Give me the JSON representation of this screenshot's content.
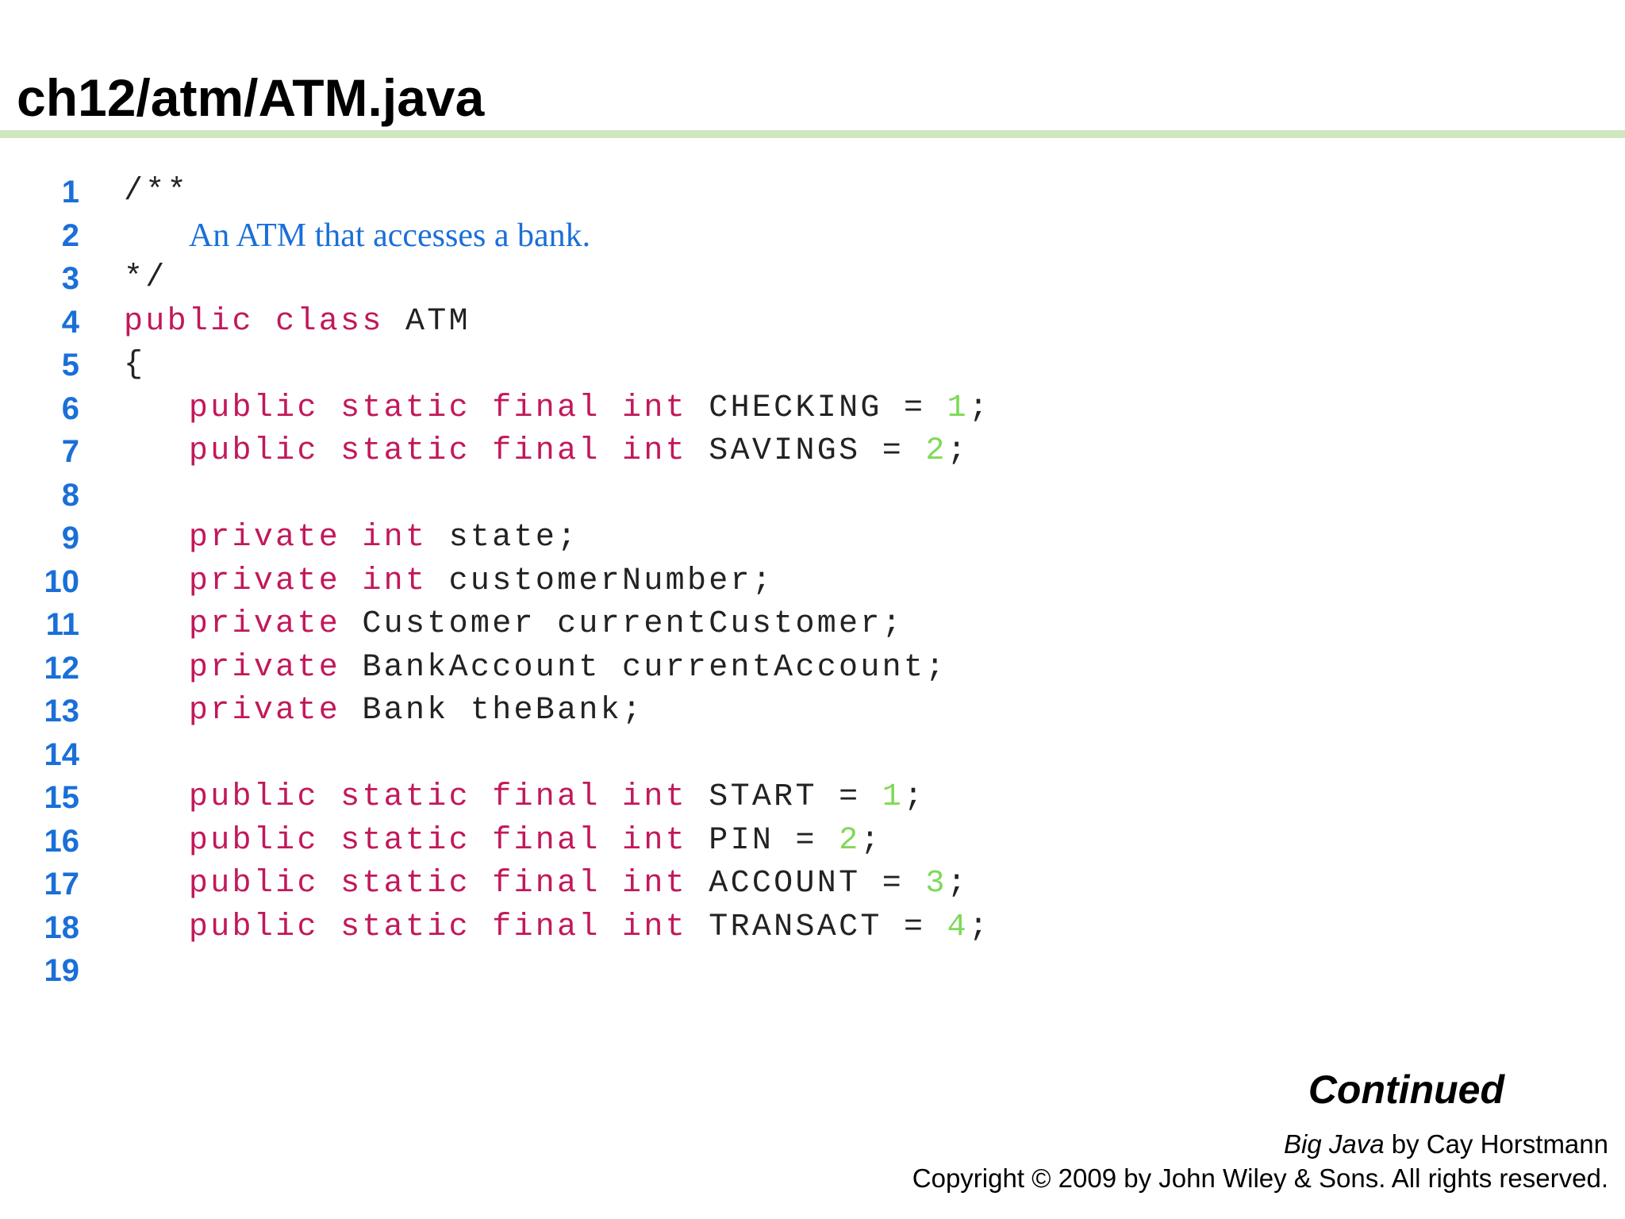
{
  "slide": {
    "title": "ch12/atm/ATM.java"
  },
  "code_lines": [
    {
      "n": "1",
      "tokens": [
        [
          "cm",
          "/**"
        ]
      ]
    },
    {
      "n": "2",
      "tokens": [
        [
          "cm",
          "   "
        ],
        [
          "cmtext",
          "An ATM that accesses a bank."
        ]
      ]
    },
    {
      "n": "3",
      "tokens": [
        [
          "cm",
          "*/"
        ]
      ]
    },
    {
      "n": "4",
      "tokens": [
        [
          "kw",
          "public"
        ],
        [
          "tx",
          " "
        ],
        [
          "kw",
          "class"
        ],
        [
          "tx",
          " ATM"
        ]
      ]
    },
    {
      "n": "5",
      "tokens": [
        [
          "tx",
          "{"
        ]
      ]
    },
    {
      "n": "6",
      "tokens": [
        [
          "tx",
          "   "
        ],
        [
          "kw",
          "public"
        ],
        [
          "tx",
          " "
        ],
        [
          "kw",
          "static"
        ],
        [
          "tx",
          " "
        ],
        [
          "kw",
          "final"
        ],
        [
          "tx",
          " "
        ],
        [
          "kw",
          "int"
        ],
        [
          "tx",
          " CHECKING = "
        ],
        [
          "num",
          "1"
        ],
        [
          "tx",
          ";"
        ]
      ]
    },
    {
      "n": "7",
      "tokens": [
        [
          "tx",
          "   "
        ],
        [
          "kw",
          "public"
        ],
        [
          "tx",
          " "
        ],
        [
          "kw",
          "static"
        ],
        [
          "tx",
          " "
        ],
        [
          "kw",
          "final"
        ],
        [
          "tx",
          " "
        ],
        [
          "kw",
          "int"
        ],
        [
          "tx",
          " SAVINGS = "
        ],
        [
          "num",
          "2"
        ],
        [
          "tx",
          ";"
        ]
      ]
    },
    {
      "n": "8",
      "tokens": []
    },
    {
      "n": "9",
      "tokens": [
        [
          "tx",
          "   "
        ],
        [
          "kw",
          "private"
        ],
        [
          "tx",
          " "
        ],
        [
          "kw",
          "int"
        ],
        [
          "tx",
          " state;"
        ]
      ]
    },
    {
      "n": "10",
      "tokens": [
        [
          "tx",
          "   "
        ],
        [
          "kw",
          "private"
        ],
        [
          "tx",
          " "
        ],
        [
          "kw",
          "int"
        ],
        [
          "tx",
          " customerNumber;"
        ]
      ]
    },
    {
      "n": "11",
      "tokens": [
        [
          "tx",
          "   "
        ],
        [
          "kw",
          "private"
        ],
        [
          "tx",
          " Customer currentCustomer;"
        ]
      ]
    },
    {
      "n": "12",
      "tokens": [
        [
          "tx",
          "   "
        ],
        [
          "kw",
          "private"
        ],
        [
          "tx",
          " BankAccount currentAccount;"
        ]
      ]
    },
    {
      "n": "13",
      "tokens": [
        [
          "tx",
          "   "
        ],
        [
          "kw",
          "private"
        ],
        [
          "tx",
          " Bank theBank;"
        ]
      ]
    },
    {
      "n": "14",
      "tokens": []
    },
    {
      "n": "15",
      "tokens": [
        [
          "tx",
          "   "
        ],
        [
          "kw",
          "public"
        ],
        [
          "tx",
          " "
        ],
        [
          "kw",
          "static"
        ],
        [
          "tx",
          " "
        ],
        [
          "kw",
          "final"
        ],
        [
          "tx",
          " "
        ],
        [
          "kw",
          "int"
        ],
        [
          "tx",
          " START = "
        ],
        [
          "num",
          "1"
        ],
        [
          "tx",
          ";"
        ]
      ]
    },
    {
      "n": "16",
      "tokens": [
        [
          "tx",
          "   "
        ],
        [
          "kw",
          "public"
        ],
        [
          "tx",
          " "
        ],
        [
          "kw",
          "static"
        ],
        [
          "tx",
          " "
        ],
        [
          "kw",
          "final"
        ],
        [
          "tx",
          " "
        ],
        [
          "kw",
          "int"
        ],
        [
          "tx",
          " PIN = "
        ],
        [
          "num",
          "2"
        ],
        [
          "tx",
          ";"
        ]
      ]
    },
    {
      "n": "17",
      "tokens": [
        [
          "tx",
          "   "
        ],
        [
          "kw",
          "public"
        ],
        [
          "tx",
          " "
        ],
        [
          "kw",
          "static"
        ],
        [
          "tx",
          " "
        ],
        [
          "kw",
          "final"
        ],
        [
          "tx",
          " "
        ],
        [
          "kw",
          "int"
        ],
        [
          "tx",
          " ACCOUNT = "
        ],
        [
          "num",
          "3"
        ],
        [
          "tx",
          ";"
        ]
      ]
    },
    {
      "n": "18",
      "tokens": [
        [
          "tx",
          "   "
        ],
        [
          "kw",
          "public"
        ],
        [
          "tx",
          " "
        ],
        [
          "kw",
          "static"
        ],
        [
          "tx",
          " "
        ],
        [
          "kw",
          "final"
        ],
        [
          "tx",
          " "
        ],
        [
          "kw",
          "int"
        ],
        [
          "tx",
          " TRANSACT = "
        ],
        [
          "num",
          "4"
        ],
        [
          "tx",
          ";"
        ]
      ]
    },
    {
      "n": "19",
      "tokens": []
    }
  ],
  "continued": "Continued",
  "footer": {
    "book_title": "Big Java",
    "author_line": " by Cay Horstmann",
    "copyright": "Copyright © 2009 by John Wiley & Sons.  All rights reserved."
  },
  "colors": {
    "line_numbers": "#1a6fd8",
    "keywords": "#c2185b",
    "numbers": "#7ed957",
    "comment_text": "#1a6fd8",
    "title_rule": "#cfe6bf"
  }
}
